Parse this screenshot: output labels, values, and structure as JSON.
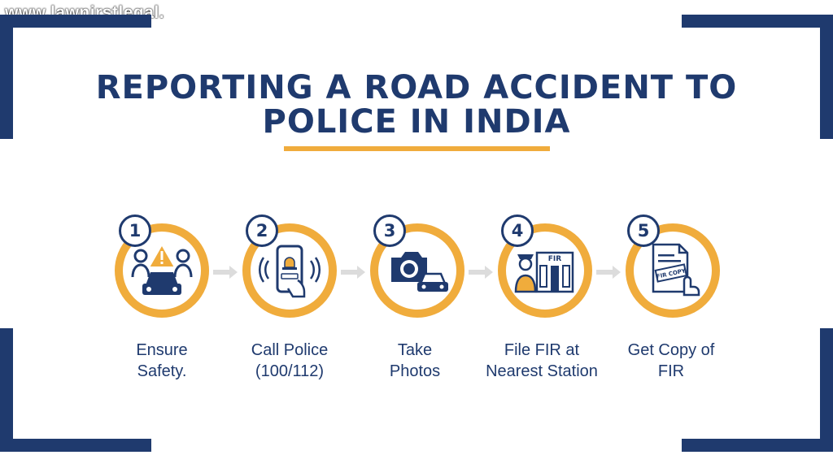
{
  "watermark": "www.lawnirstlegal.",
  "title_line1": "REPORTING A ROAD ACCIDENT TO",
  "title_line2": "POLICE IN INDIA",
  "colors": {
    "navy": "#1f3a6e",
    "accent": "#f0ac3c"
  },
  "steps": [
    {
      "number": "1",
      "label_line1": "Ensure",
      "label_line2": "Safety.",
      "icon": "car-warning-icon"
    },
    {
      "number": "2",
      "label_line1": "Call Police",
      "label_line2": "(100/112)",
      "icon": "phone-call-icon"
    },
    {
      "number": "3",
      "label_line1": "Take",
      "label_line2": "Photos",
      "icon": "camera-car-icon"
    },
    {
      "number": "4",
      "label_line1": "File FIR at",
      "label_line2": "Nearest Station",
      "icon": "police-station-icon",
      "icon_text": "FIR"
    },
    {
      "number": "5",
      "label_line1": "Get Copy of",
      "label_line2": "FIR",
      "icon": "fir-copy-document-icon",
      "icon_text": "FIR COPY"
    }
  ]
}
